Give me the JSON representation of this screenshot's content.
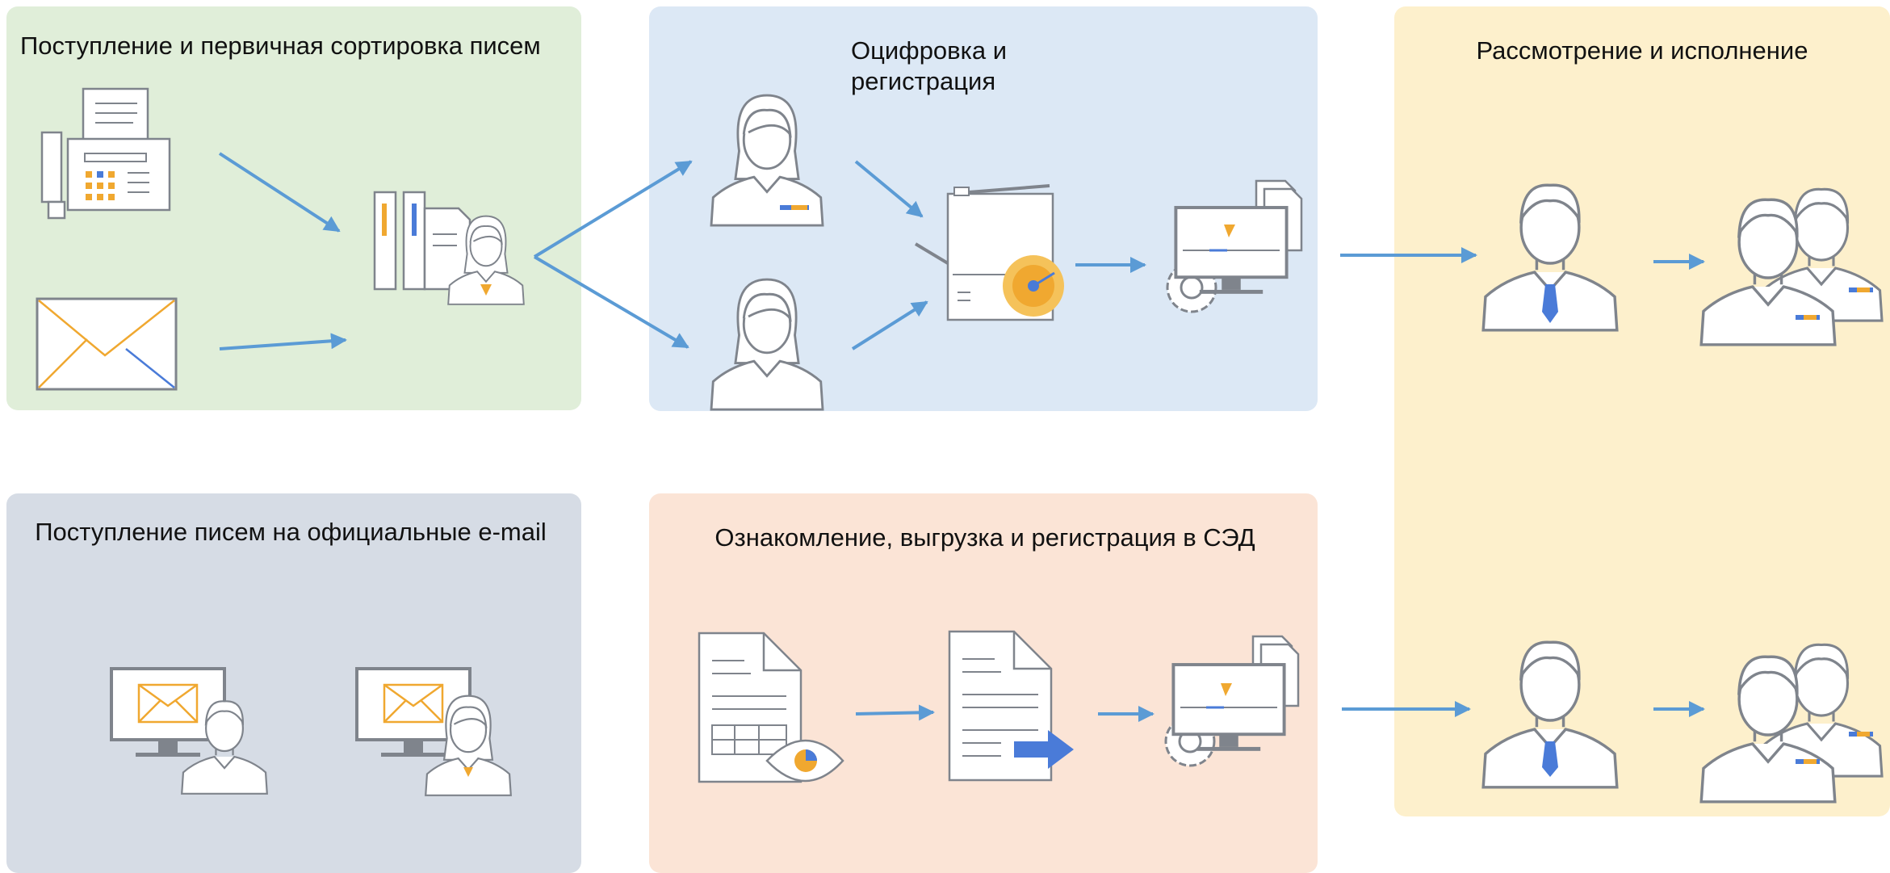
{
  "panels": {
    "mail_intake": {
      "title": "Поступление и первичная сортировка писем"
    },
    "digitization": {
      "title": "Оцифровка и регистрация"
    },
    "review": {
      "title": "Рассмотрение и исполнение"
    },
    "email_intake": {
      "title": "Поступление писем на официальные e-mail"
    },
    "upload": {
      "title": "Ознакомление, выгрузка и регистрация в СЭД"
    }
  },
  "colors": {
    "mail_intake_bg": "#e0eed9",
    "digitization_bg": "#dce8f5",
    "review_bg": "#fdf0cc",
    "email_intake_bg": "#d6dce5",
    "upload_bg": "#fbe4d6",
    "arrow": "#5b9bd5",
    "outline": "#7f848c",
    "accent_orange": "#f0a830",
    "accent_blue": "#4a7bd8"
  },
  "icons": [
    "fax-icon",
    "envelope-icon",
    "sorting-clerk-icon",
    "female-operator-icon",
    "scanner-icon",
    "computer-system-icon",
    "manager-icon",
    "team-icon",
    "email-computer-icon",
    "document-view-icon",
    "document-export-icon"
  ]
}
